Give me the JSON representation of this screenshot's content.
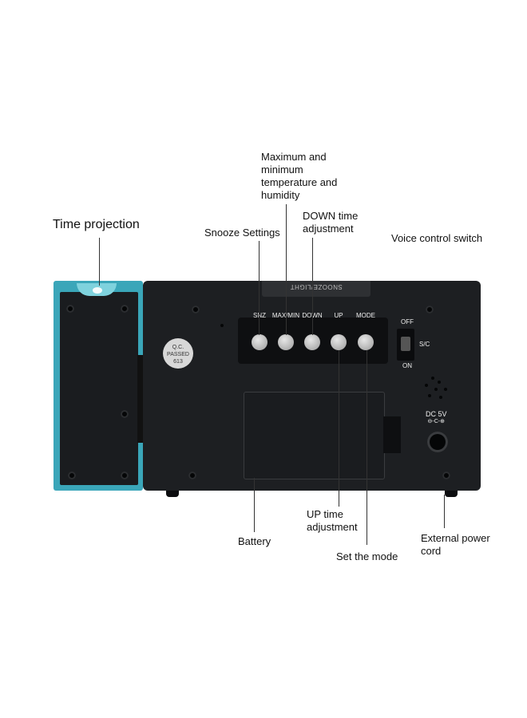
{
  "callouts": {
    "time_projection": "Time projection",
    "snooze_settings": "Snooze Settings",
    "max_min_line1": "Maximum and",
    "max_min_line2": "minimum",
    "max_min_line3": "temperature and",
    "max_min_line4": "humidity",
    "down_line1": "DOWN time",
    "down_line2": "adjustment",
    "voice_control": "Voice control switch",
    "battery": "Battery",
    "up_line1": "UP time",
    "up_line2": "adjustment",
    "set_mode": "Set the mode",
    "power_line1": "External power",
    "power_line2": "cord"
  },
  "device": {
    "top_slot_text": "SNOOZE/LIGHT",
    "sticker_line1": "Q.C.",
    "sticker_line2": "PASSED",
    "sticker_line3": "613",
    "buttons": [
      "SNZ",
      "MAX/MIN",
      "DOWN",
      "UP",
      "MODE"
    ],
    "switch_off": "OFF",
    "switch_sc": "S/C",
    "switch_on": "ON",
    "dc_label": "DC 5V",
    "dc_symbol": "⊖-C-⊕"
  }
}
